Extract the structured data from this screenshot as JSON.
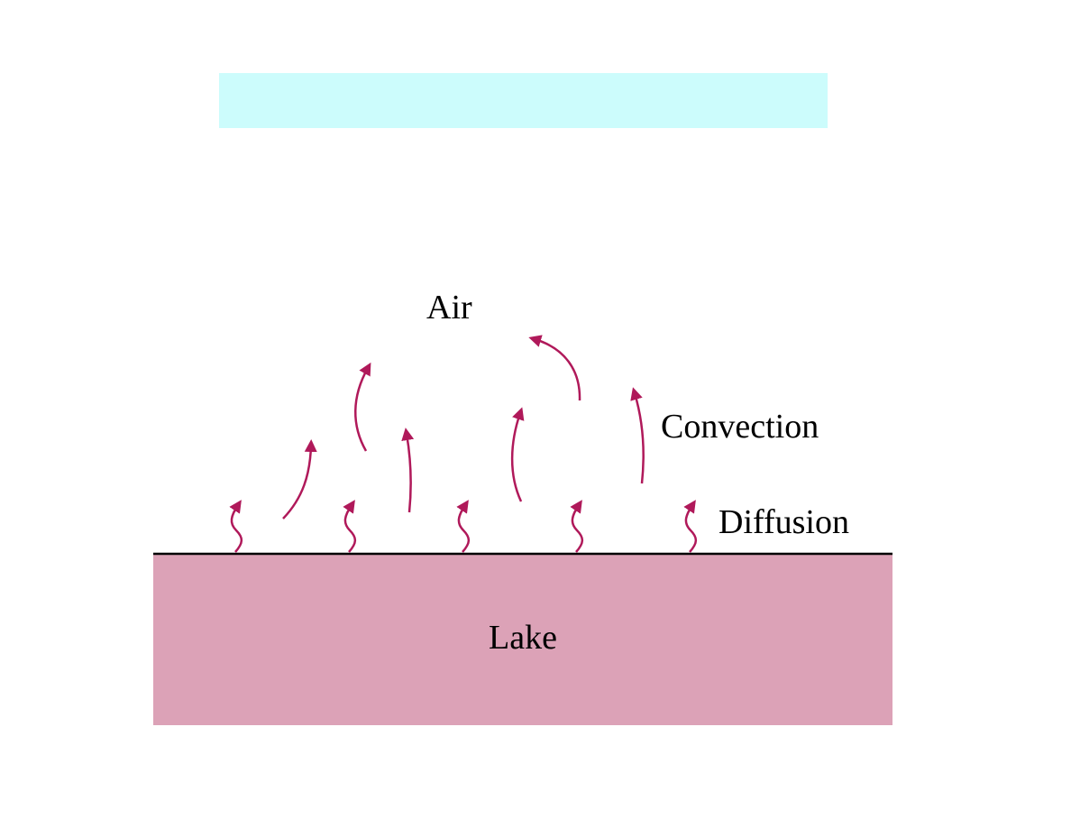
{
  "labels": {
    "air": "Air",
    "convection": "Convection",
    "diffusion": "Diffusion",
    "lake": "Lake"
  },
  "colors": {
    "title_bar": "#ccfcfc",
    "lake": "#dca2b7",
    "arrow": "#b0195a",
    "surface_line": "#000000"
  }
}
